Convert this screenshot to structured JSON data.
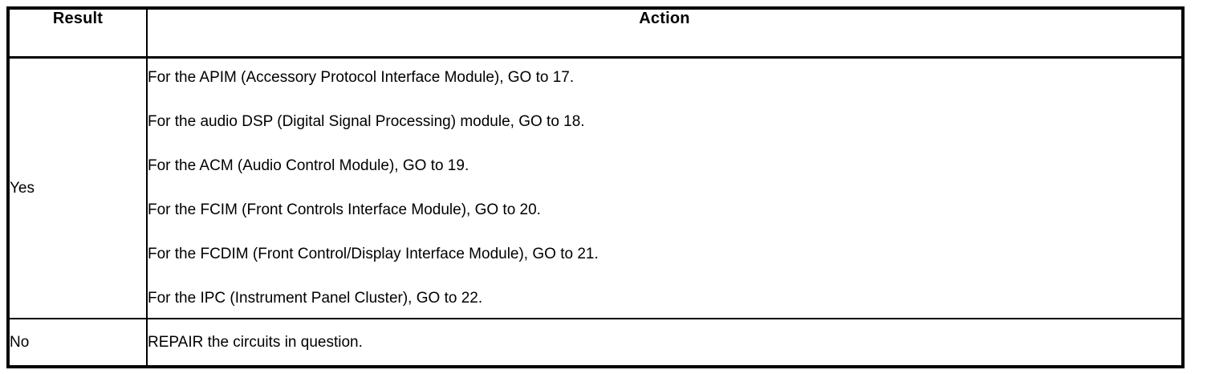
{
  "document": {
    "type": "diagnostic-procedure-table",
    "title": "Result / Action decision table"
  },
  "table": {
    "columns": [
      {
        "key": "result",
        "header": "Result"
      },
      {
        "key": "action",
        "header": "Action"
      }
    ],
    "rows": [
      {
        "result": "Yes",
        "actions": [
          "For the APIM (Accessory Protocol Interface Module), GO to 17.",
          "For the audio DSP (Digital Signal Processing) module, GO to 18.",
          "For the ACM (Audio Control Module), GO to 19.",
          "For the FCIM (Front Controls Interface Module), GO to 20.",
          "For the FCDIM (Front Control/Display Interface Module), GO to 21.",
          "For the IPC (Instrument Panel Cluster), GO to 22."
        ]
      },
      {
        "result": "No",
        "actions": [
          "REPAIR the circuits in question."
        ]
      }
    ]
  },
  "style": {
    "border_color": "#000000",
    "text_color": "#000000",
    "background": "#ffffff"
  }
}
